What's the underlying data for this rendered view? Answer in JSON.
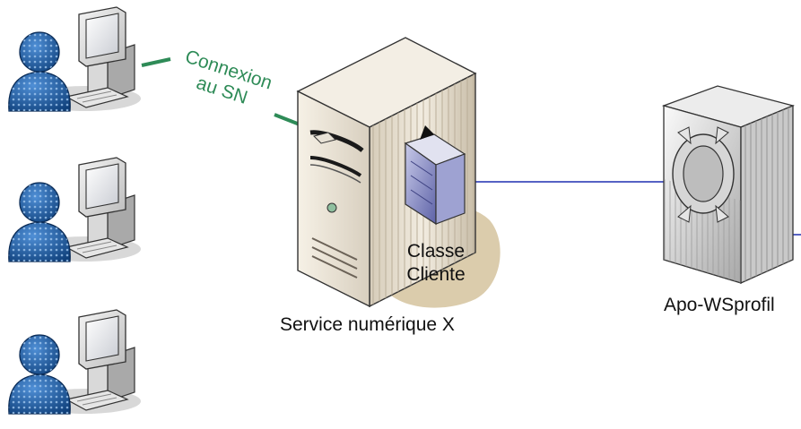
{
  "connection_label": {
    "line1": "Connexion",
    "line2": "au SN"
  },
  "server": {
    "name": "Service numérique X",
    "component": {
      "line1": "Classe",
      "line2": "Cliente"
    }
  },
  "remote_service": {
    "name": "Apo-WSprofil"
  },
  "users": [
    {
      "icon": "user-workstation-icon"
    },
    {
      "icon": "user-workstation-icon"
    },
    {
      "icon": "user-workstation-icon"
    }
  ],
  "colors": {
    "connection": "#2e8b57",
    "link": "#1f2fb0",
    "user_body": "#1f5fa8",
    "server_face": "#e9e2d6",
    "component_blob": "#d9c9a8"
  }
}
